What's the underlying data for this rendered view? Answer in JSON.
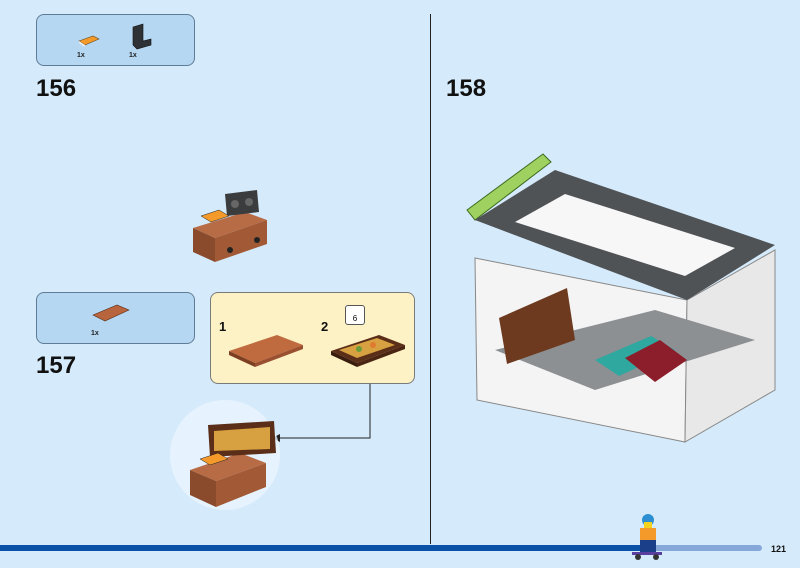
{
  "steps": [
    {
      "number": "156",
      "parts": [
        {
          "name": "orange-printed-tile",
          "qty": "1x"
        },
        {
          "name": "black-bracket",
          "qty": "1x"
        }
      ]
    },
    {
      "number": "157",
      "parts": [
        {
          "name": "brown-tile",
          "qty": "1x"
        }
      ],
      "substeps": [
        {
          "number": "1"
        },
        {
          "number": "2",
          "callout_qty": "6"
        }
      ]
    },
    {
      "number": "158"
    }
  ],
  "footer": {
    "page_number": "121",
    "progress_percent": 84
  },
  "colors": {
    "background": "#d5eafa",
    "callout": "#b5d7f2",
    "substep": "#fdf2c5",
    "progress": "#0a52a8"
  }
}
